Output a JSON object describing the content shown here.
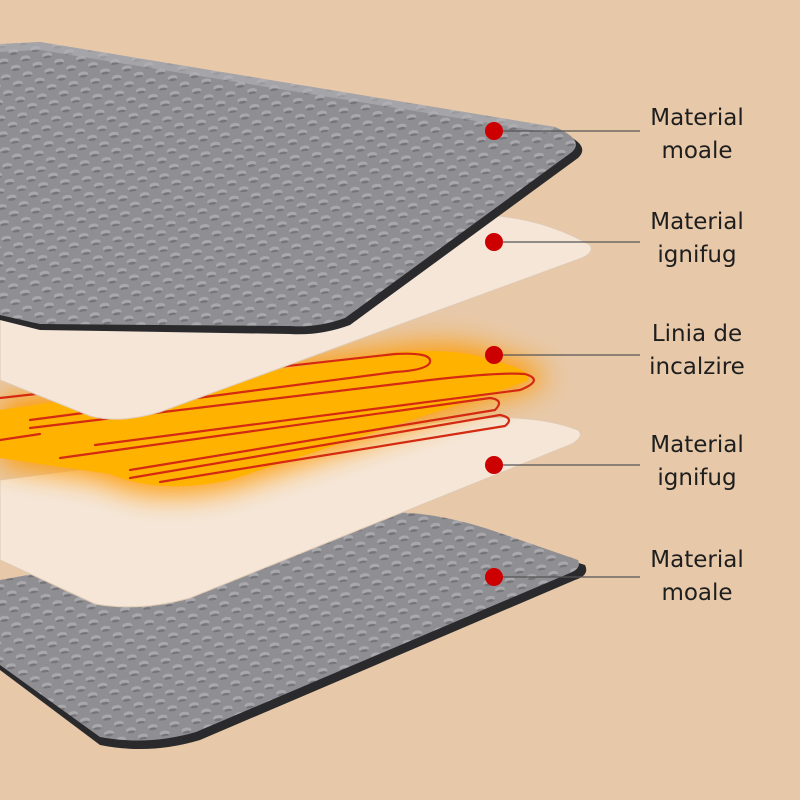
{
  "layers": [
    {
      "line1": "Material",
      "line2": "moale"
    },
    {
      "line1": "Material",
      "line2": "ignifug"
    },
    {
      "line1": "Linia de",
      "line2": "incalzire"
    },
    {
      "line1": "Material",
      "line2": "ignifug"
    },
    {
      "line1": "Material",
      "line2": "moale"
    }
  ],
  "colors": {
    "background": "#e7c8a8",
    "fabric": "#8f8f93",
    "fabric_edge": "#2a2a2c",
    "insulation": "#f5e6d8",
    "heating": "#ff9a00",
    "heating_wire": "#d42a12",
    "marker": "#cc0000",
    "leader_line": "#555555"
  }
}
